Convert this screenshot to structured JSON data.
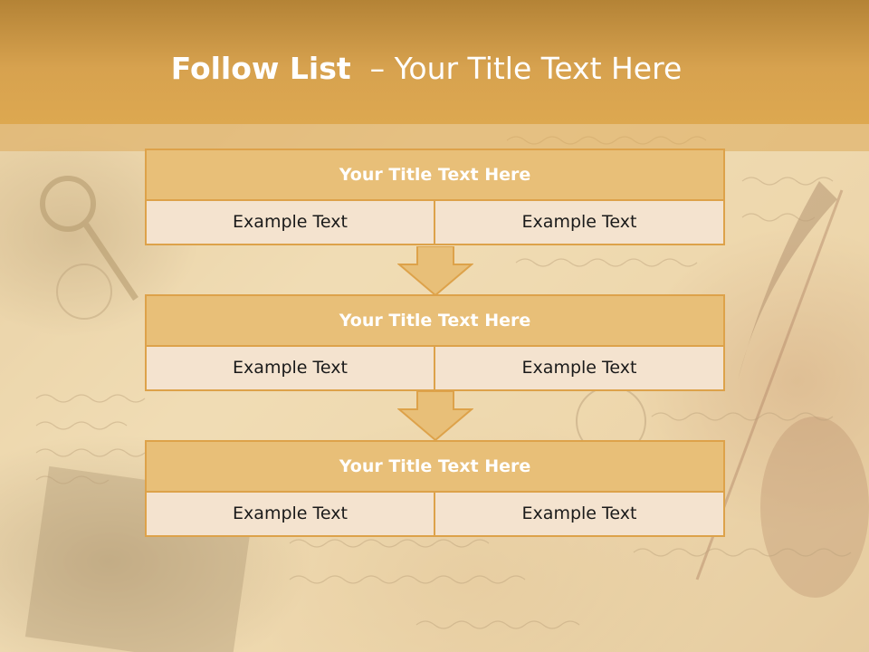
{
  "slide": {
    "title_bold": "Follow List",
    "title_rest": "– Your Title Text Here"
  },
  "steps": [
    {
      "title": "Your Title Text Here",
      "left": "Example Text",
      "right": "Example Text"
    },
    {
      "title": "Your Title Text Here",
      "left": "Example Text",
      "right": "Example Text"
    },
    {
      "title": "Your Title Text Here",
      "left": "Example Text",
      "right": "Example Text"
    }
  ],
  "colors": {
    "header": "#d7a24f",
    "block_title_fill": "#e8bf78",
    "cell_fill": "#f4e3cf",
    "border": "#dda24a",
    "arrow_fill": "#e8bf78"
  }
}
